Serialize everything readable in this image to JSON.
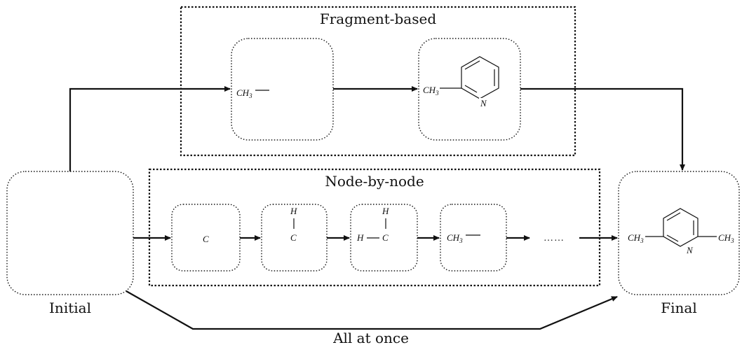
{
  "groups": {
    "fragment_title": "Fragment-based",
    "node_title": "Node-by-node"
  },
  "states": {
    "initial": "Initial",
    "final": "Final",
    "all_at_once": "All at once"
  },
  "atoms": {
    "c": "C",
    "h": "H",
    "n": "N",
    "ch": "CH",
    "sub3": "3",
    "bond_dash": "—",
    "ellipsis": "……"
  }
}
